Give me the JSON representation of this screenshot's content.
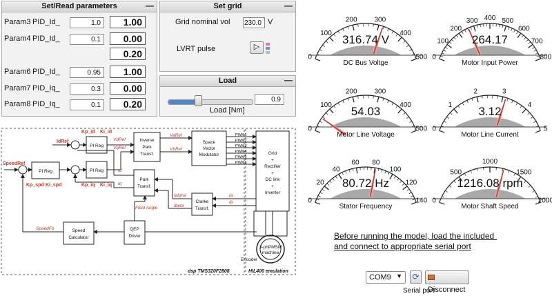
{
  "set_read": {
    "title": "Set/Read parameters",
    "rows": [
      {
        "param": "Param3",
        "name": "PID_Id_Kp",
        "set": "1.0",
        "read": "1.00"
      },
      {
        "param": "Param4",
        "name": "PID_Id_Ki",
        "set": "0.1",
        "read": "0.00"
      },
      {
        "param": "",
        "name": "",
        "set": "",
        "read": "0.20"
      },
      {
        "param": "Param6",
        "name": "PID_Id_Kc",
        "set": "0.95",
        "read": "1.00"
      },
      {
        "param": "Param7",
        "name": "PID_Iq_Kp",
        "set": "0.3",
        "read": "0.00"
      },
      {
        "param": "Param8",
        "name": "PID_Iq_Ki",
        "set": "0.1",
        "read": "0.20"
      }
    ]
  },
  "set_grid": {
    "title": "Set grid",
    "nominal_label": "Grid nominal vol",
    "nominal_value": "230.0",
    "nominal_unit": "V",
    "lvrt_label": "LVRT pulse",
    "play_glyph": "▷"
  },
  "load": {
    "title": "Load",
    "slider_label": "Load [Nm]",
    "slider_fraction": 0.35,
    "value": "0.9"
  },
  "diagram": {
    "labels": {
      "speed_ref": "SpeedRef",
      "id_ref": "IdRef",
      "kp_id": "Kp_id",
      "ki_id": "Ki_id",
      "kp_iq": "Kp_iq",
      "ki_iq": "Ki_iq",
      "kp_spd": "Kp_spd",
      "ki_spd": "Ki_spd",
      "pi_reg": "PI Reg",
      "inverse_park_1": "Inverse",
      "inverse_park_2": "Park",
      "inverse_park_3": "Transf.",
      "svm_1": "Space",
      "svm_2": "Vector",
      "svm_3": "Modulator",
      "park_1": "Park",
      "park_2": "Transf.",
      "clarke_1": "Clarke",
      "clarke_2": "Transf.",
      "speed_calc_1": "Speed",
      "speed_calc_2": "Calculator",
      "qep_1": "QEP",
      "qep_2": "Driver",
      "grid_1": "Grid",
      "grid_2": "+",
      "grid_3": "Rectifier",
      "grid_4": "+",
      "grid_5": "DC link",
      "grid_6": "+",
      "grid_7": "Inverter",
      "motor_1": "3-phPMSM",
      "motor_2": "machine",
      "encoder": "Encoder",
      "vd_ref": "VdRef",
      "vq_ref": "VqRef",
      "va_ref": "VaRef",
      "vb_ref": "VbRef",
      "id": "Id",
      "iq": "Iq",
      "ialpha": "Ialpha",
      "ibeta": "Ibeta",
      "ia": "Ia",
      "ib": "Ib",
      "field_angle": "Field Angle",
      "speed_fb": "SpeedFb",
      "pwm": [
        "PWM1",
        "PWM2",
        "PWM3",
        "PWM4",
        "PWM5",
        "PWM6"
      ],
      "dsp": "dsp TMS320F2808",
      "hil": "HIL400 emulation"
    }
  },
  "gauges": [
    {
      "title": "DC Bus Voltge",
      "value": "316.74 V",
      "numeric": 316.74,
      "min": 0,
      "max": 500,
      "ticks": [
        "0",
        "100",
        "200",
        "300",
        "400",
        "500"
      ]
    },
    {
      "title": "Motor Input Power",
      "value": "264.17",
      "numeric": 264.17,
      "min": 0,
      "max": 800,
      "ticks": [
        "0",
        "100",
        "200",
        "300",
        "400",
        "500",
        "600",
        "700",
        "800"
      ]
    },
    {
      "title": "Motor Line Voltage",
      "value": "54.03",
      "numeric": 54.03,
      "min": 0,
      "max": 500,
      "ticks": [
        "0",
        "100",
        "200",
        "300",
        "400",
        "500"
      ]
    },
    {
      "title": "Motor Line Current",
      "value": "3.12",
      "numeric": 3.12,
      "min": 0,
      "max": 5,
      "ticks": [
        "0",
        "1",
        "2",
        "3",
        "4",
        "5"
      ]
    },
    {
      "title": "Stator Frequency",
      "value": "80.72 Hz",
      "numeric": 80.72,
      "min": 0,
      "max": 140,
      "ticks": [
        "0",
        "20",
        "40",
        "60",
        "80",
        "100",
        "120",
        "140"
      ]
    },
    {
      "title": "Motor Shaft Speed",
      "value": "1216.08 rpm",
      "numeric": 1216.08,
      "min": 0,
      "max": 2000,
      "ticks": [
        "0",
        "500",
        "1000",
        "1500",
        "2000"
      ]
    }
  ],
  "note": {
    "line1": "Before running the model, load the included so",
    "line2": "and connect to appropriate serial port"
  },
  "serial": {
    "port": "COM9",
    "disconnect_label": "Disconnect",
    "caption": "Serial port"
  },
  "colors": {
    "needle": "#c0392b",
    "needle_shade": "#e6a6a6",
    "gauge_hub": "#a8a8a8",
    "diagram_red": "#c0392b"
  }
}
